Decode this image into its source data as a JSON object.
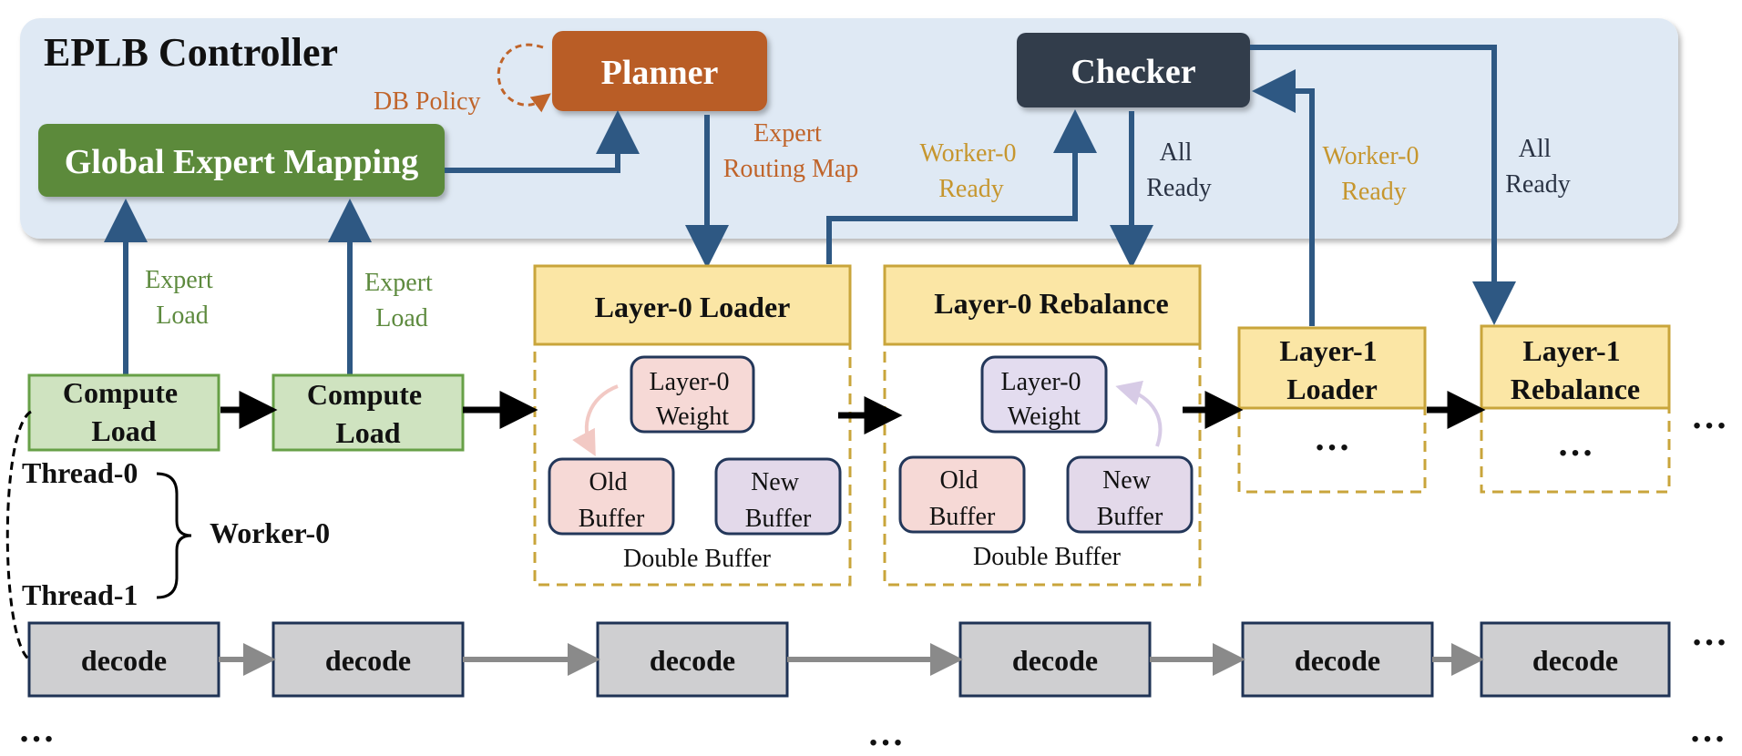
{
  "controller": {
    "title": "EPLB Controller",
    "planner": "Planner",
    "checker": "Checker",
    "global_mapping": "Global Expert Mapping",
    "db_policy": "DB Policy"
  },
  "labels": {
    "expert_load": [
      "Expert",
      "Load"
    ],
    "expert_routing_map": [
      "Expert",
      "Routing Map"
    ],
    "worker0_ready": [
      "Worker-0",
      "Ready"
    ],
    "all_ready": [
      "All",
      "Ready"
    ]
  },
  "compute_load": [
    "Compute",
    "Load"
  ],
  "layer0_loader": "Layer-0 Loader",
  "layer0_rebalance": "Layer-0 Rebalance",
  "layer1_loader": [
    "Layer-1",
    "Loader"
  ],
  "layer1_rebalance": [
    "Layer-1",
    "Rebalance"
  ],
  "weight": [
    "Layer-0",
    "Weight"
  ],
  "old_buffer": [
    "Old",
    "Buffer"
  ],
  "new_buffer": [
    "New",
    "Buffer"
  ],
  "double_buffer": "Double Buffer",
  "threads": {
    "thread0": "Thread-0",
    "thread1": "Thread-1",
    "worker": "Worker-0"
  },
  "decode": "decode",
  "ellipsis": "…",
  "colors": {
    "controller_bg": "#dfe9f4",
    "planner": "#b95d28",
    "checker": "#323c4c",
    "global_mapping": "#5c8a3a",
    "compute_fill": "#cfe3c0",
    "compute_stroke": "#67a047",
    "loader_fill": "#fbe6a5",
    "loader_stroke": "#c9a53b",
    "arrow_blue": "#2e5883",
    "label_green": "#5d8a3e",
    "label_orange": "#c0642a",
    "label_gold": "#c6962e",
    "label_dark": "#2a3344",
    "old_buffer": "#f6d9d6",
    "new_buffer": "#e3d9ea",
    "weight_new": "#e3dcef",
    "decode_fill": "#cfcfd1",
    "decode_stroke": "#1f3355"
  }
}
